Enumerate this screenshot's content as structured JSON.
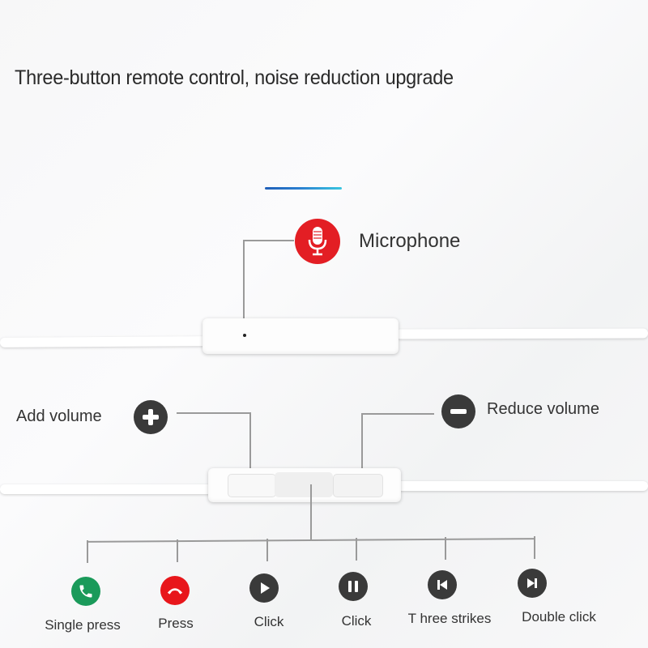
{
  "title": "Three-button remote control, noise reduction upgrade",
  "accent_line_colors": [
    "#1f5fb8",
    "#3ac6e0"
  ],
  "microphone": {
    "label": "Microphone",
    "icon": "microphone-icon",
    "icon_color": "#e31e24"
  },
  "volume": {
    "add_label": "Add volume",
    "add_icon": "plus-icon",
    "reduce_label": "Reduce volume",
    "reduce_icon": "minus-icon",
    "icon_color": "#3a3a3a"
  },
  "functions": [
    {
      "label": "Single press",
      "icon": "answer-call-icon",
      "color": "#1a9a5a"
    },
    {
      "label": "Press",
      "icon": "hang-up-icon",
      "color": "#e8161b"
    },
    {
      "label": "Click",
      "icon": "play-icon",
      "color": "#3a3a3a"
    },
    {
      "label": "Click",
      "icon": "pause-icon",
      "color": "#3a3a3a"
    },
    {
      "label": "T hree strikes",
      "icon": "previous-track-icon",
      "color": "#3a3a3a"
    },
    {
      "label": "Double click",
      "icon": "next-track-icon",
      "color": "#3a3a3a"
    }
  ]
}
